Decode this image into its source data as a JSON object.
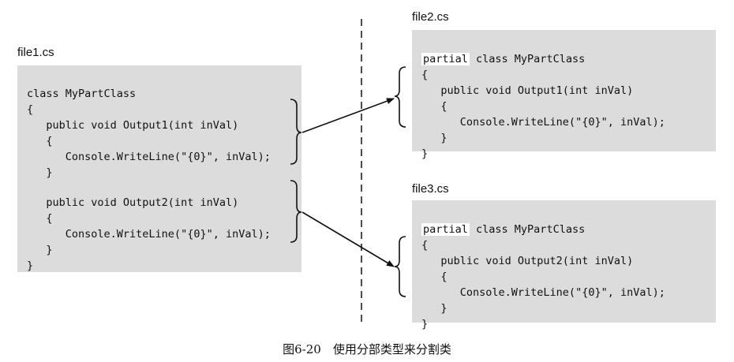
{
  "file1": {
    "name": "file1.cs",
    "lines": [
      "class MyPartClass",
      "{",
      "   public void Output1(int inVal)",
      "   {",
      "      Console.WriteLine(\"{0}\", inVal);",
      "   }",
      "",
      "   public void Output2(int inVal)",
      "   {",
      "      Console.WriteLine(\"{0}\", inVal);",
      "   }",
      "}"
    ]
  },
  "file2": {
    "name": "file2.cs",
    "partial": "partial",
    "lines": [
      " class MyPartClass",
      "{",
      "   public void Output1(int inVal)",
      "   {",
      "      Console.WriteLine(\"{0}\", inVal);",
      "   }",
      "}"
    ]
  },
  "file3": {
    "name": "file3.cs",
    "partial": "partial",
    "lines": [
      " class MyPartClass",
      "{",
      "   public void Output2(int inVal)",
      "   {",
      "      Console.WriteLine(\"{0}\", inVal);",
      "   }",
      "}"
    ]
  },
  "caption": "图6-20　使用分部类型来分割类"
}
